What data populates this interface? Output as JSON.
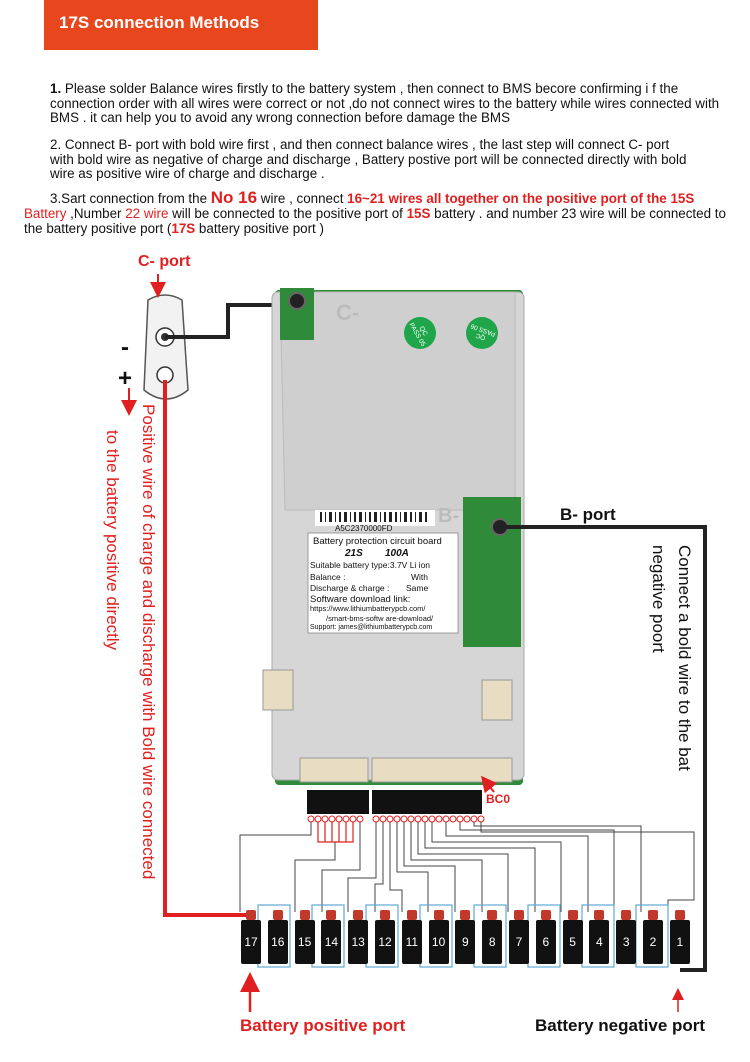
{
  "header": {
    "title": "17S connection Methods"
  },
  "instructions": {
    "p1_num": "1.",
    "p1_text": " Please solder Balance wires firstly to the battery system , then connect to BMS becore confirming i f the connection order with all wires were correct or not ,do not connect wires to the battery while wires connected with BMS . it can help you to avoid any wrong connection before damage the BMS",
    "p2_text": "2. Connect B- port with bold wire first , and then connect balance wires , the last step will connect C- port with bold wire as negative of charge and discharge , Battery postive port will be connected directly with bold wire as positive wire of charge and discharge .",
    "p3_a": "3.Sart connection from the ",
    "p3_no16": "No 16",
    "p3_b": " wire , connect ",
    "p3_range": "16~21",
    "p3_c": " wires all together on the positive port of the ",
    "p3_15s": "15S",
    "p3_d": "Battery",
    "p3_e": " ,Number ",
    "p3_22": "22 wire",
    "p3_f": " will be connected to the positive port of ",
    "p3_15s_b": "15S",
    "p3_g": " battery . and number 23 wire will be connected to the battery positive port (",
    "p3_17s": "17S",
    "p3_h": " battery positive port )"
  },
  "diagram": {
    "c_port_label": "C- port",
    "minus_sign": "-",
    "plus_sign": "+",
    "b_port_label": "B- port",
    "left_vertical_1": "Positive wire of charge and discharge with Bold wire connected",
    "left_vertical_2": "to the battery positive directly",
    "right_vertical_1": "Connect a bold wire to the bat",
    "right_vertical_2": "negative poort",
    "bc0_label": "BC0",
    "battery_positive_label": "Battery positive port",
    "battery_negative_label": "Battery negative port",
    "cells": [
      "17",
      "16",
      "15",
      "14",
      "13",
      "12",
      "11",
      "10",
      "9",
      "8",
      "7",
      "6",
      "5",
      "4",
      "3",
      "2",
      "1"
    ],
    "board": {
      "c_silk": "C-",
      "b_silk": "B-",
      "badge_1": "QC PASS 05",
      "badge_2": "QC PASS 06",
      "serial": "A5C2370000FD",
      "sticker_title": "Battery protection circuit board",
      "sticker_model": "21S",
      "sticker_current": "100A",
      "sticker_type": "Suitable battery type:3.7V Li ion",
      "sticker_balance_k": "Balance :",
      "sticker_balance_v": "With",
      "sticker_dc_k": "Discharge & charge :",
      "sticker_dc_v": "Same",
      "sticker_sw": "Software download link:",
      "sticker_url1": "https://www.lithiumbatterypcb.com/",
      "sticker_url2": "/smart-bms-softw are-download/",
      "sticker_support": "Support: james@lithiumbatterypcb.com"
    }
  },
  "colors": {
    "accent": "#e8461d",
    "red_wire": "#e02020",
    "board": "#d8d8d8",
    "pcb_green": "#2f8a3a"
  }
}
